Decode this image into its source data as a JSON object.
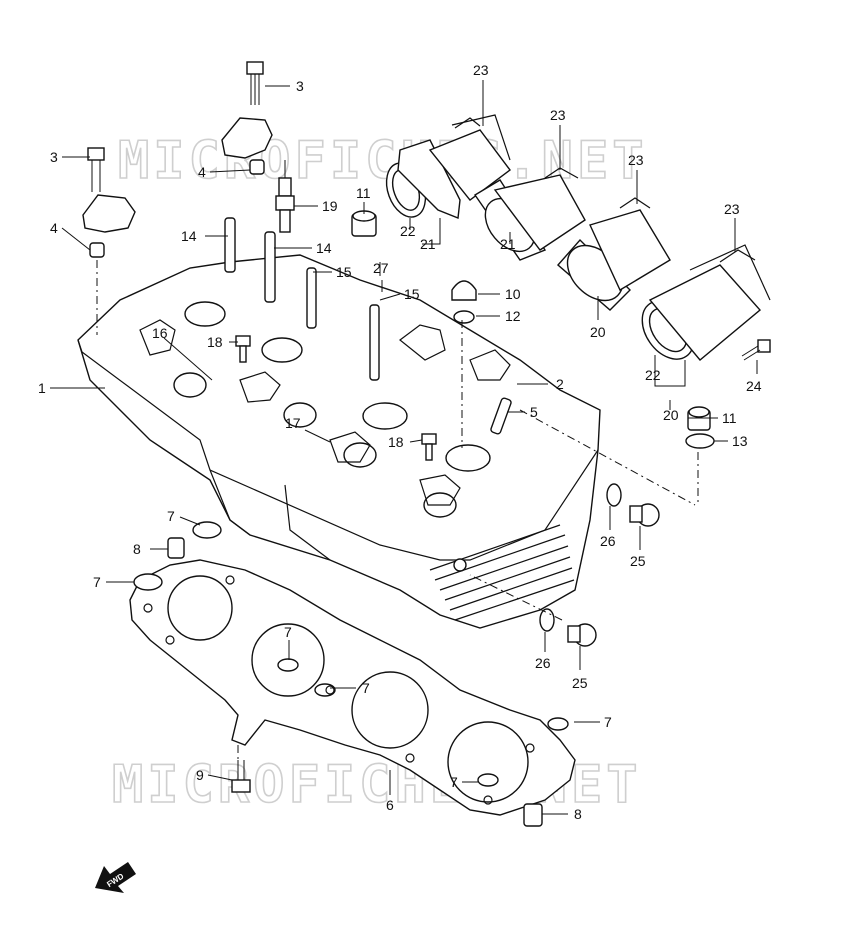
{
  "watermark": {
    "top": "MICROFICHES.NET",
    "bottom": "MICROFICHES.NET"
  },
  "fwd_label": "FWD",
  "callouts": {
    "c1": "1",
    "c2": "2",
    "c3a": "3",
    "c3b": "3",
    "c4a": "4",
    "c4b": "4",
    "c5": "5",
    "c6": "6",
    "c7a": "7",
    "c7b": "7",
    "c7c": "7",
    "c7d": "7",
    "c7e": "7",
    "c7f": "7",
    "c8a": "8",
    "c8b": "8",
    "c9": "9",
    "c10": "10",
    "c11a": "11",
    "c11b": "11",
    "c12": "12",
    "c13": "13",
    "c14a": "14",
    "c14b": "14",
    "c15a": "15",
    "c15b": "15",
    "c16": "16",
    "c17": "17",
    "c18a": "18",
    "c18b": "18",
    "c19": "19",
    "c20a": "20",
    "c20b": "20",
    "c21a": "21",
    "c21b": "21",
    "c22a": "22",
    "c22b": "22",
    "c23a": "23",
    "c23b": "23",
    "c23c": "23",
    "c23d": "23",
    "c24": "24",
    "c25a": "25",
    "c25b": "25",
    "c26a": "26",
    "c26b": "26",
    "c27": "27"
  },
  "icons": {
    "fwd_arrow": "fwd-arrow-icon"
  }
}
